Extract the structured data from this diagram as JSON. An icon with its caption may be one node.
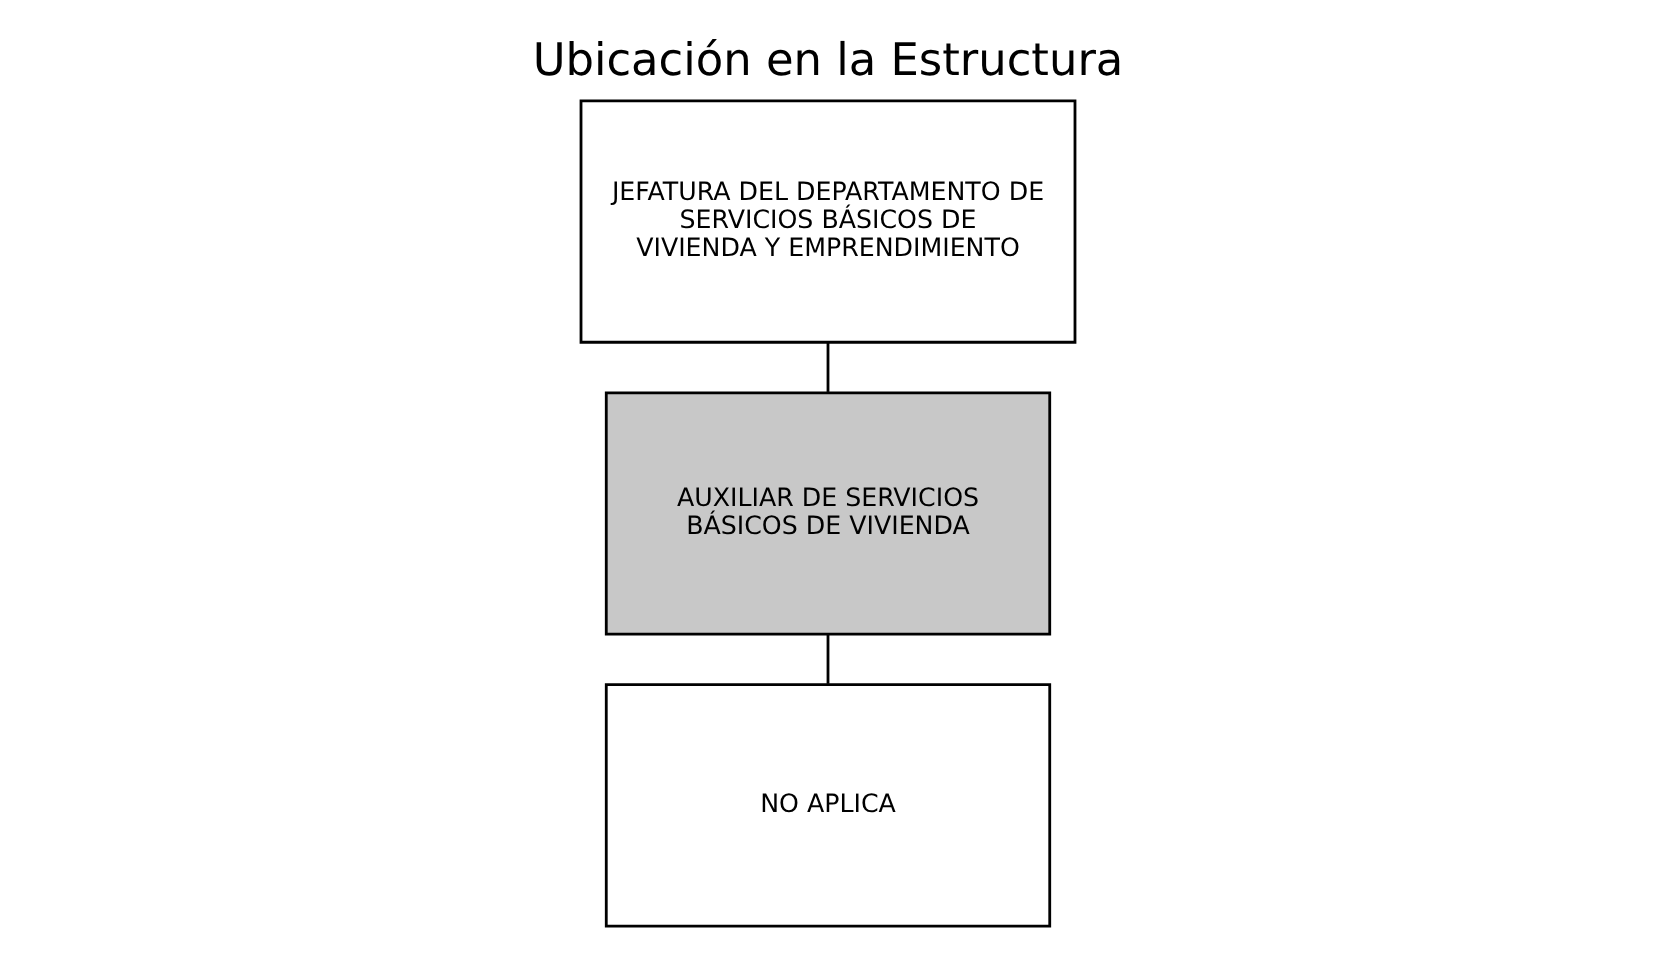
{
  "diagram": {
    "title": "Ubicación en la Estructura",
    "nodes": [
      {
        "text": [
          "JEFATURA DEL DEPARTAMENTO DE SERVICIOS BÁSICOS DE VIVIENDA Y EMPRENDIMIENTO"
        ]
      },
      {
        "text": [
          "AUXILIAR DE SERVICIOS BÁSICOS DE VIVIENDA"
        ]
      },
      {
        "text": [
          "NO APLICA"
        ]
      }
    ],
    "edges": [
      {
        "from": 0,
        "to": 1,
        "arrow": "none"
      },
      {
        "from": 1,
        "to": 2,
        "arrow": "none"
      }
    ]
  }
}
